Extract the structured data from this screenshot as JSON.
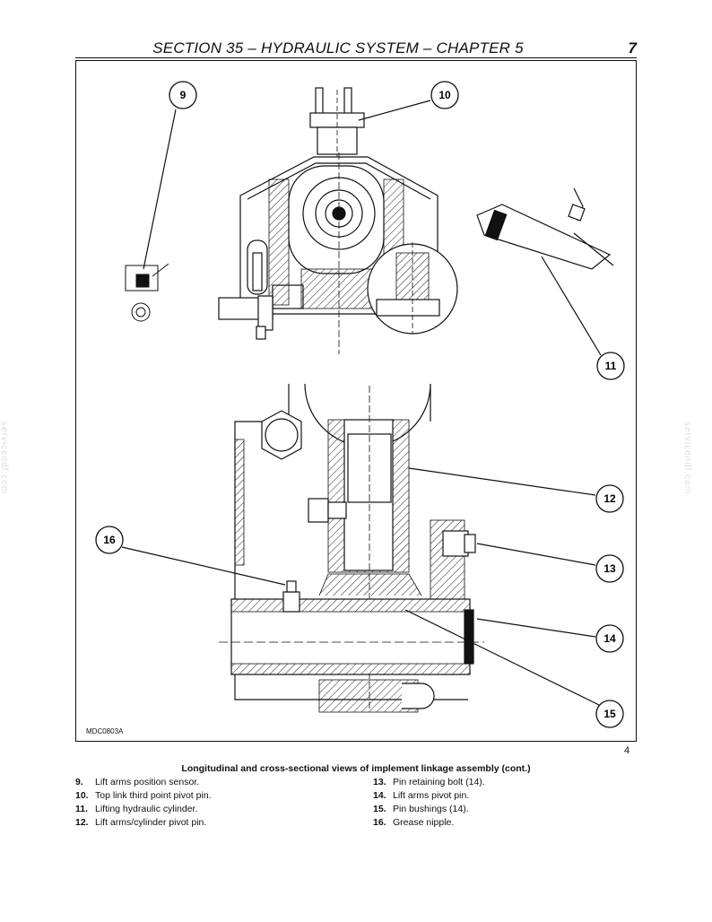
{
  "header": {
    "title": "SECTION 35 – HYDRAULIC SYSTEM – CHAPTER 5",
    "page": "7"
  },
  "figure": {
    "code": "MDC0803A",
    "number": "4",
    "caption": "Longitudinal and cross-sectional views of implement linkage assembly (cont.)",
    "callouts": [
      "9",
      "10",
      "11",
      "12",
      "13",
      "14",
      "15",
      "16"
    ]
  },
  "legend": {
    "left": [
      {
        "num": "9.",
        "text": "Lift arms position sensor."
      },
      {
        "num": "10.",
        "text": "Top link third point pivot pin."
      },
      {
        "num": "11.",
        "text": "Lifting hydraulic cylinder."
      },
      {
        "num": "12.",
        "text": "Lift arms/cylinder pivot pin."
      }
    ],
    "right": [
      {
        "num": "13.",
        "text": "Pin retaining bolt (14)."
      },
      {
        "num": "14.",
        "text": "Lift arms pivot pin."
      },
      {
        "num": "15.",
        "text": "Pin bushings (14)."
      },
      {
        "num": "16.",
        "text": "Grease nipple."
      }
    ]
  },
  "watermark": "serviceпdf.com"
}
